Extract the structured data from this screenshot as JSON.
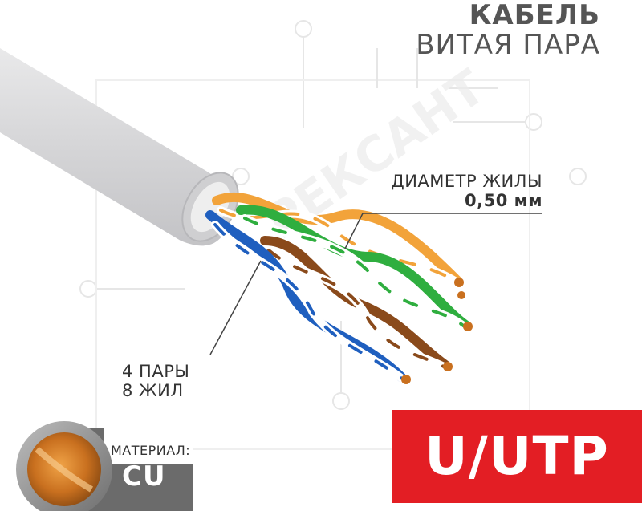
{
  "title": {
    "line1": "КАБЕЛЬ",
    "line2": "ВИТАЯ ПАРА"
  },
  "wire_diameter": {
    "label": "ДИАМЕТР ЖИЛЫ",
    "value": "0,50 мм"
  },
  "pairs": {
    "line1": "4 ПАРЫ",
    "line2": "8 ЖИЛ"
  },
  "badge": {
    "text": "U/UTP",
    "color": "#e31e24"
  },
  "material": {
    "label": "МАТЕРИАЛ:",
    "value": "CU"
  },
  "watermark": "РЕКСАНТ"
}
